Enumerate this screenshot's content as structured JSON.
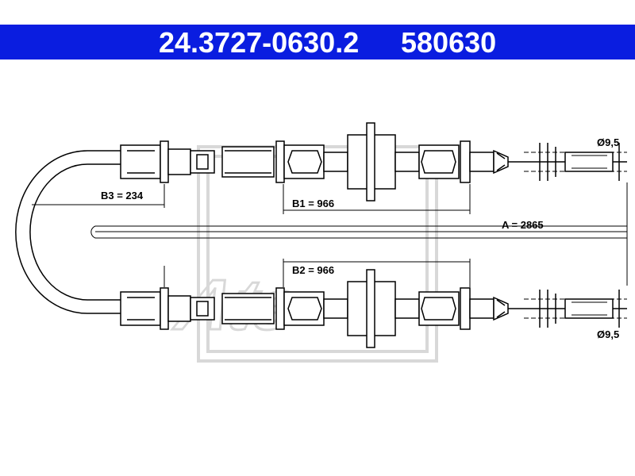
{
  "header": {
    "part_number": "24.3727-0630.2",
    "reference_number": "580630",
    "background_color": "#0a1de0",
    "text_color": "#ffffff"
  },
  "dimensions": {
    "a": "A = 2865",
    "b1": "B1 = 966",
    "b2": "B2 = 966",
    "b3": "B3 = 234",
    "diameter_top": "Ø9,5",
    "diameter_bottom": "Ø9,5"
  },
  "watermark": {
    "logo_text": "Ate",
    "color": "#d8d8d8"
  }
}
